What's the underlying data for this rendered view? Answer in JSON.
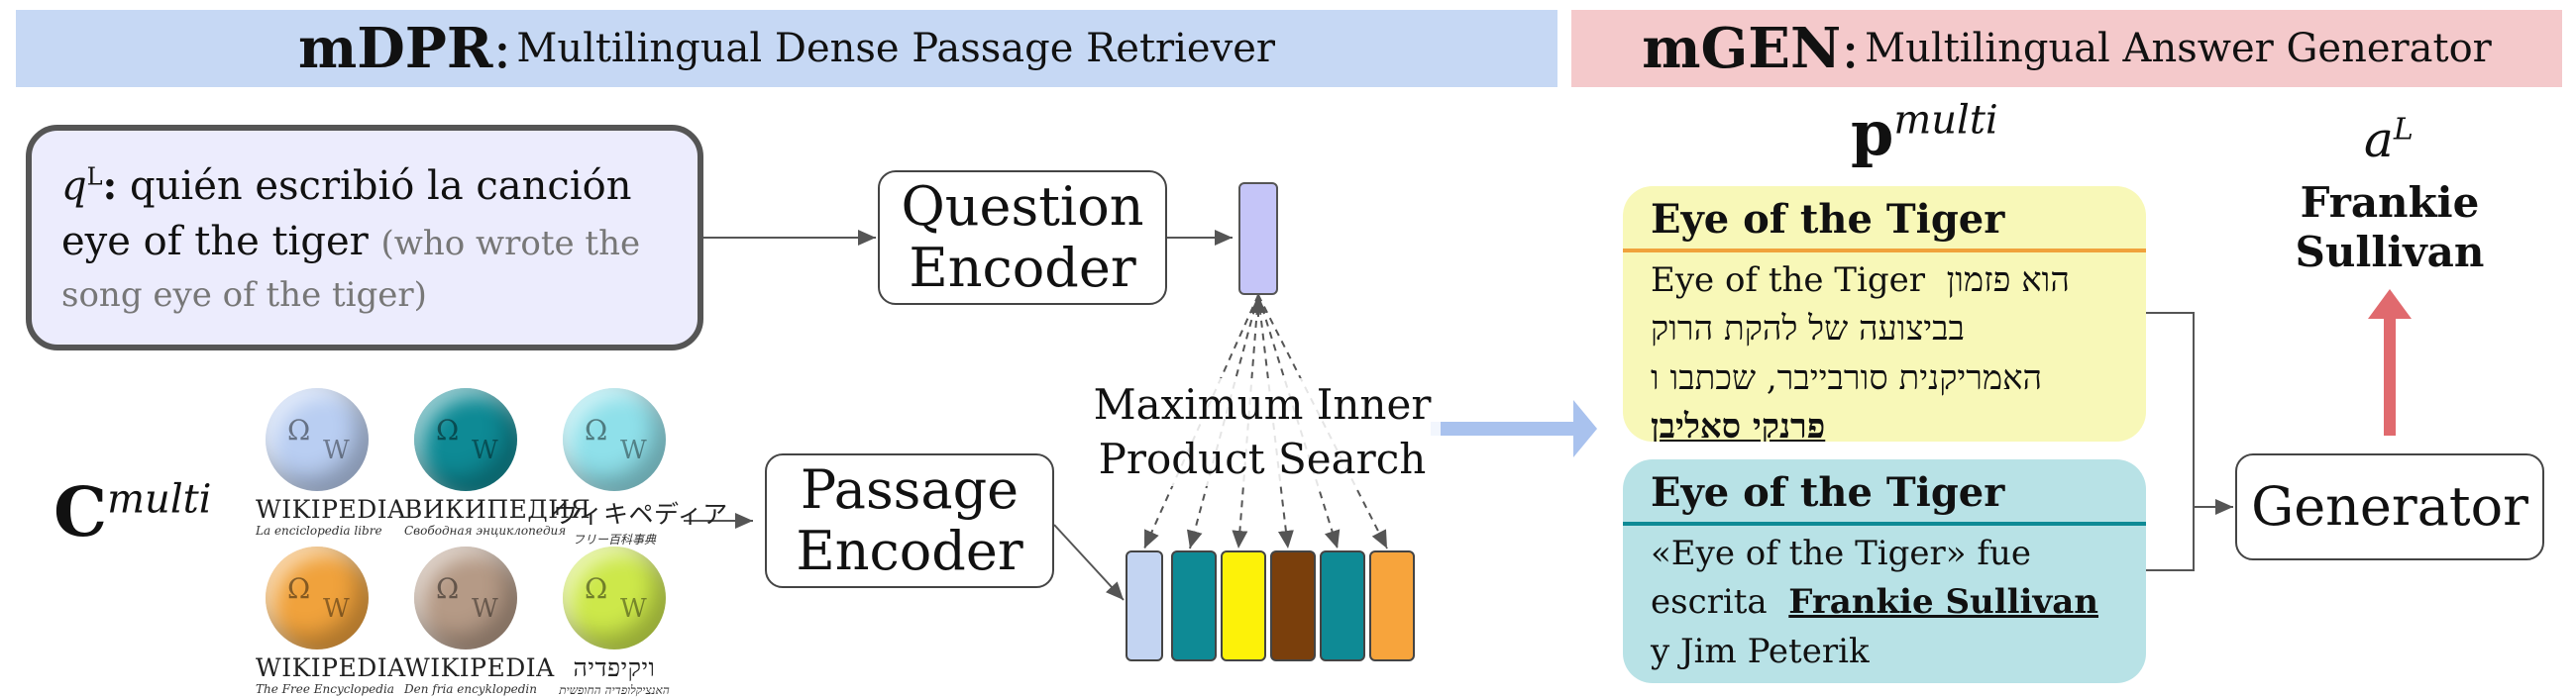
{
  "left_banner": {
    "bold": "mDPR",
    "sep": ":",
    "rest": "Multilingual Dense Passage Retriever",
    "color": "#c6d8f4"
  },
  "right_banner": {
    "bold": "mGEN",
    "sep": ":",
    "rest": "Multilingual Answer Generator",
    "color": "#f4c9cb"
  },
  "query": {
    "label_var": "q",
    "label_sup": "L",
    "label_colon": ":",
    "text_line1": "quién escribió la canción",
    "text_line2": "eye of the tiger",
    "translation": "(who wrote the song eye of the tiger)"
  },
  "question_encoder": {
    "line1": "Question",
    "line2": "Encoder"
  },
  "passage_encoder": {
    "line1": "Passage",
    "line2": "Encoder"
  },
  "corpus": {
    "label": "C",
    "sup": "multi"
  },
  "wikis": [
    {
      "name": "WIKIPEDIA",
      "sub": "La enciclopedia libre",
      "color": "#b9cef2"
    },
    {
      "name": "ВИКИПЕДИЯ",
      "sub": "Свободная энциклопедия",
      "color": "#0e8a95"
    },
    {
      "name": "ウィキペディア",
      "sub": "フリー百科事典",
      "color": "#8fe0ea"
    },
    {
      "name": "WIKIPEDIA",
      "sub": "The Free Encyclopedia",
      "color": "#f0a23c"
    },
    {
      "name": "WIKIPEDIA",
      "sub": "Den fria encyklopedin",
      "color": "#b59a86"
    },
    {
      "name": "ויקיפדיה",
      "sub": "האנציקלופדיה החופשית",
      "color": "#cde84a"
    }
  ],
  "mips": {
    "line1": "Maximum Inner",
    "line2": "Product Search"
  },
  "vectors": {
    "query_color": "#c5c5f8",
    "passage_colors": [
      "#c3d4f2",
      "#0e8a95",
      "#fdf208",
      "#7a3f0c",
      "#0e8a95",
      "#f7a43c"
    ]
  },
  "pmulti": {
    "label": "p",
    "sup": "multi"
  },
  "passage1": {
    "title": "Eye of the Tiger",
    "bg": "#f8f8b8",
    "underline": "#f0a23c",
    "line1_en": "Eye of the Tiger",
    "line1_he": "הוא פזמון",
    "line2": "בביצועה של להקת הרוק",
    "line3": "האמריקנית סורבייבר, שכתבו ו",
    "answer": "פרנקי סאליבן"
  },
  "passage2": {
    "title": "Eye of the Tiger",
    "bg": "#b8e2e6",
    "underline": "#0e8a95",
    "line1": "«Eye of the Tiger» fue",
    "line2_pre": "escrita",
    "answer": "Frankie Sullivan",
    "line3": "y Jim Peterik"
  },
  "generator": {
    "label": "Generator"
  },
  "answer": {
    "var": "a",
    "sup": "L",
    "line1": "Frankie",
    "line2": "Sullivan"
  }
}
